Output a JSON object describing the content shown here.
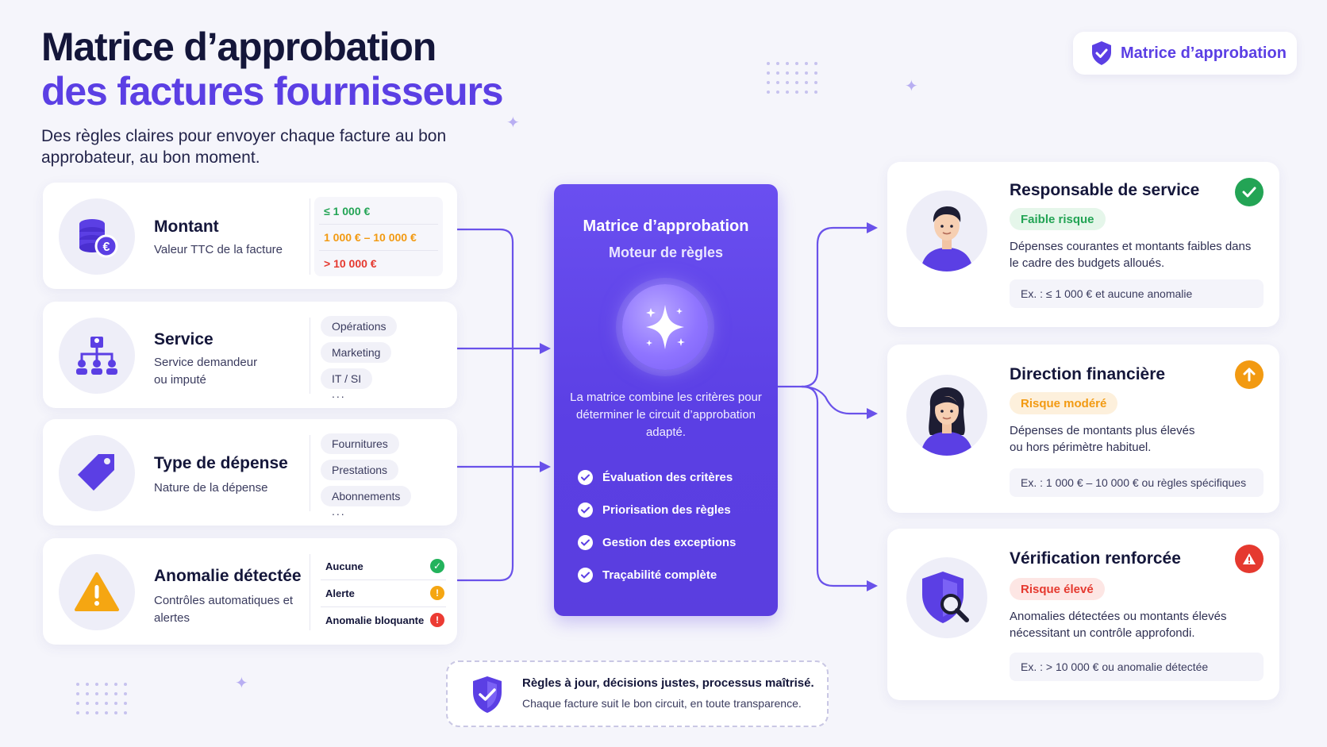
{
  "header": {
    "title_line1": "Matrice d’approbation",
    "title_line2": "des factures fournisseurs",
    "subtitle": "Des règles claires pour envoyer chaque facture au bon approbateur, au bon moment.",
    "badge": "Matrice d’approbation"
  },
  "criteria": {
    "amount": {
      "title": "Montant",
      "desc": "Valeur TTC de la facture",
      "ranges": [
        {
          "label": "≤ 1 000 €",
          "color": "#23a455"
        },
        {
          "label": "1 000 € – 10 000 €",
          "color": "#f29a12"
        },
        {
          "label": "> 10 000 €",
          "color": "#e5392f"
        }
      ]
    },
    "service": {
      "title": "Service",
      "desc": "Service demandeur ou imputé",
      "chips": [
        "Opérations",
        "Marketing",
        "IT / SI"
      ],
      "more": "..."
    },
    "expense": {
      "title": "Type de dépense",
      "desc": "Nature de la dépense",
      "chips": [
        "Fournitures",
        "Prestations",
        "Abonnements"
      ],
      "more": "..."
    },
    "anomaly": {
      "title": "Anomalie détectée",
      "desc": "Contrôles automatiques et alertes",
      "rows": [
        {
          "label": "Aucune",
          "color": "#23b35c"
        },
        {
          "label": "Alerte",
          "color": "#f5a612"
        },
        {
          "label": "Anomalie bloquante",
          "color": "#ec3b33"
        }
      ]
    }
  },
  "engine": {
    "title": "Matrice d’approbation",
    "subtitle": "Moteur de règles",
    "description": "La matrice combine les critères pour déterminer le circuit d’approbation adapté.",
    "features": [
      "Évaluation des critères",
      "Priorisation des règles",
      "Gestion des exceptions",
      "Traçabilité complète"
    ]
  },
  "outcomes": [
    {
      "title": "Responsable de service",
      "risk": "Faible risque",
      "desc": "Dépenses courantes et montants faibles dans le cadre des budgets alloués.",
      "example": "Ex. : ≤ 1 000 € et aucune anomalie",
      "color": "#23a455",
      "risk_bg": "#e5f6ea"
    },
    {
      "title": "Direction financière",
      "risk": "Risque modéré",
      "desc": "Dépenses de montants plus élevés ou hors périmètre habituel.",
      "example": "Ex. : 1 000 € – 10 000 € ou règles spécifiques",
      "color": "#f29a12",
      "risk_bg": "#fdf0dc"
    },
    {
      "title": "Vérification renforcée",
      "risk": "Risque élevé",
      "desc": "Anomalies détectées ou montants élevés nécessitant un contrôle approfondi.",
      "example": "Ex. : > 10 000 € ou anomalie détectée",
      "color": "#e5392f",
      "risk_bg": "#fde6e4"
    }
  ],
  "banner": {
    "line1": "Règles à jour, décisions justes, processus maîtrisé.",
    "line2": "Chaque facture suit le bon circuit, en toute transparence."
  },
  "icons": [
    "coins-euro-icon",
    "org-chart-icon",
    "tag-icon",
    "warning-icon",
    "sparkle-icon",
    "shield-check-icon",
    "shield-search-icon"
  ]
}
